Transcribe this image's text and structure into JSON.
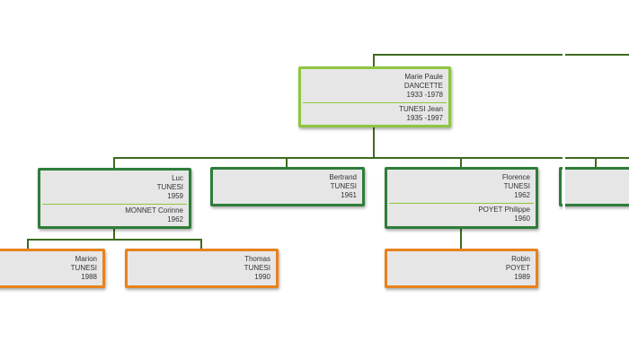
{
  "root": {
    "person": {
      "given": "Marie Paule",
      "surname": "DANCETTE",
      "years": "1933  -1978"
    },
    "spouse": {
      "name": "TUNESI  Jean",
      "years": "1935  -1997"
    }
  },
  "children": [
    {
      "person": {
        "given": "Luc",
        "surname": "TUNESI",
        "years": "1959"
      },
      "spouse": {
        "name": "MONNET  Corinne",
        "years": "1962"
      },
      "children": [
        {
          "given": "Marion",
          "surname": "TUNESI",
          "years": "1988"
        },
        {
          "given": "Thomas",
          "surname": "TUNESI",
          "years": "1990"
        }
      ]
    },
    {
      "person": {
        "given": "Bertrand",
        "surname": "TUNESI",
        "years": "1961"
      }
    },
    {
      "person": {
        "given": "Florence",
        "surname": "TUNESI",
        "years": "1962"
      },
      "spouse": {
        "name": "POYET  Philippe",
        "years": "1960"
      },
      "children": [
        {
          "given": "Robin",
          "surname": "POYET",
          "years": "1989"
        }
      ]
    }
  ],
  "colors": {
    "connector": "#3d6b1f",
    "root_border": "#8ec63f",
    "couple_border": "#2e7d3a",
    "grandchild_border": "#e8821c",
    "card_fill": "#e6e6e6"
  }
}
